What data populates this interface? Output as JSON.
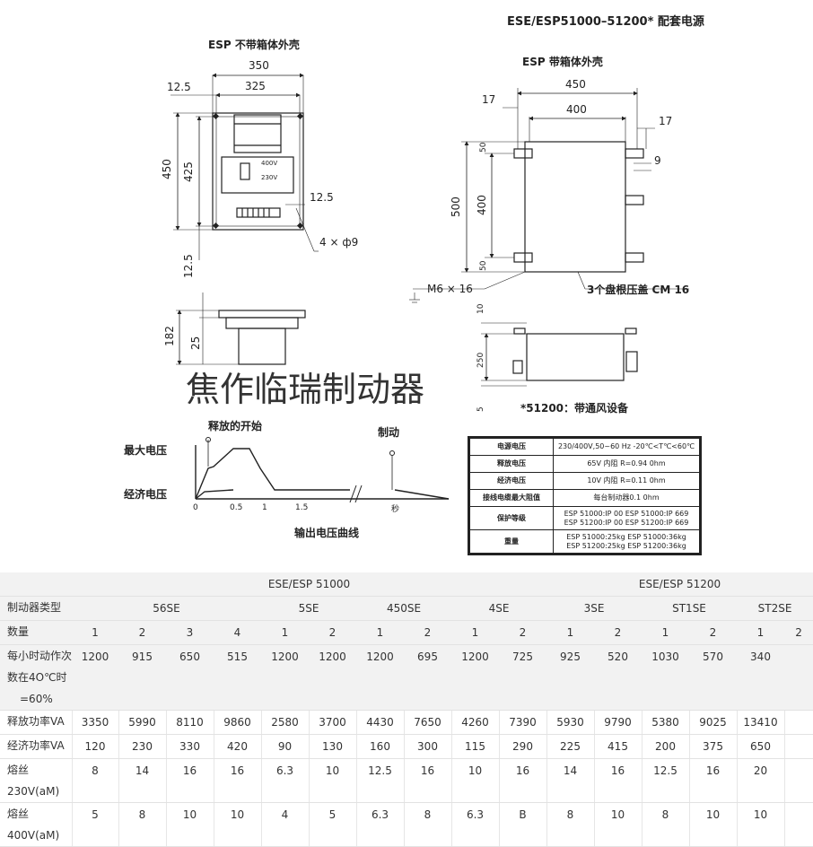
{
  "title": "ESE/ESP51000–51200* 配套电源",
  "left_view": {
    "title": "ESP 不带箱体外壳",
    "dims": {
      "w_outer": "350",
      "w_inner": "325",
      "margin_left": "12.5",
      "h_outer": "450",
      "h_inner": "425",
      "margin_bottom": "12.5",
      "margin_right": "12.5",
      "hole": "4 × ф9",
      "transformer_labels": [
        "400V",
        "230V"
      ]
    },
    "side_dims": {
      "h": "182",
      "base": "25"
    }
  },
  "right_view": {
    "title": "ESP 带箱体外壳",
    "dims": {
      "w_outer": "450",
      "w_inner": "400",
      "flange_left": "17",
      "flange_right": "17",
      "slot": "9",
      "h_inner": "400",
      "h_total": "500",
      "top": "50",
      "bottom": "50",
      "bolt": "M6 × 16",
      "gland": "3个盘根压盖 CM 16"
    },
    "side_dims": {
      "top": "10",
      "h": "250",
      "bottom": "5"
    },
    "note": "*51200：带通风设备"
  },
  "watermark": "焦作临瑞制动器",
  "curve": {
    "release_label": "释放的开始",
    "brake_label": "制动",
    "max_voltage": "最大电压",
    "eco_voltage": "经济电压",
    "ticks": [
      "0",
      "0.5",
      "1",
      "1.5"
    ],
    "unit": "秒",
    "caption": "输出电压曲线"
  },
  "specs": [
    {
      "k": "电源电压",
      "v": [
        "230/400V,50~60 Hz -20℃<T℃<60℃"
      ]
    },
    {
      "k": "释放电压",
      "v": [
        "65V 内阻 R=0.94 0hm"
      ]
    },
    {
      "k": "经济电压",
      "v": [
        "10V 内阻 R=0.11 0hm"
      ]
    },
    {
      "k": "接线电缆最大阻值",
      "v": [
        "每台制动器0.1 0hm"
      ]
    },
    {
      "k": "保护等级",
      "v": [
        "ESP 51000:IP 00   ESP 51000:IP 669",
        "ESP 51200:IP 00   ESP 51200:IP 669"
      ]
    },
    {
      "k": "重量",
      "v": [
        "ESP 51000:25kg   ESP 51000:36kg",
        "ESP 51200:25kg   ESP 51200:36kg"
      ]
    }
  ],
  "table": {
    "groups": [
      "ESE/ESP 51000",
      "ESE/ESP 51200"
    ],
    "type_label": "制动器类型",
    "types": [
      "56SE",
      "5SE",
      "450SE",
      "4SE",
      "3SE",
      "ST1SE",
      "ST2SE"
    ],
    "rows": [
      {
        "label": [
          "数量"
        ],
        "values": [
          "1",
          "2",
          "3",
          "4",
          "1",
          "2",
          "1",
          "2",
          "1",
          "2",
          "1",
          "2",
          "1",
          "2",
          "1",
          "2"
        ]
      },
      {
        "label": [
          "每小时动作次",
          "数在4O℃时",
          "=60%"
        ],
        "values": [
          "1200",
          "915",
          "650",
          "515",
          "1200",
          "1200",
          "1200",
          "695",
          "1200",
          "725",
          "925",
          "520",
          "1030",
          "570",
          "340",
          ""
        ]
      },
      {
        "label": [
          "释放功率VA"
        ],
        "values": [
          "3350",
          "5990",
          "8110",
          "9860",
          "2580",
          "3700",
          "4430",
          "7650",
          "4260",
          "7390",
          "5930",
          "9790",
          "5380",
          "9025",
          "13410",
          ""
        ]
      },
      {
        "label": [
          "经济功率VA"
        ],
        "values": [
          "120",
          "230",
          "330",
          "420",
          "90",
          "130",
          "160",
          "300",
          "115",
          "290",
          "225",
          "415",
          "200",
          "375",
          "650",
          ""
        ]
      },
      {
        "label": [
          "熔丝",
          "230V(aM)"
        ],
        "values": [
          "8",
          "14",
          "16",
          "16",
          "6.3",
          "10",
          "12.5",
          "16",
          "10",
          "16",
          "14",
          "16",
          "12.5",
          "16",
          "20",
          ""
        ]
      },
      {
        "label": [
          "熔丝",
          "400V(aM)"
        ],
        "values": [
          "5",
          "8",
          "10",
          "10",
          "4",
          "5",
          "6.3",
          "8",
          "6.3",
          "B",
          "8",
          "10",
          "8",
          "10",
          "10",
          ""
        ]
      }
    ]
  }
}
